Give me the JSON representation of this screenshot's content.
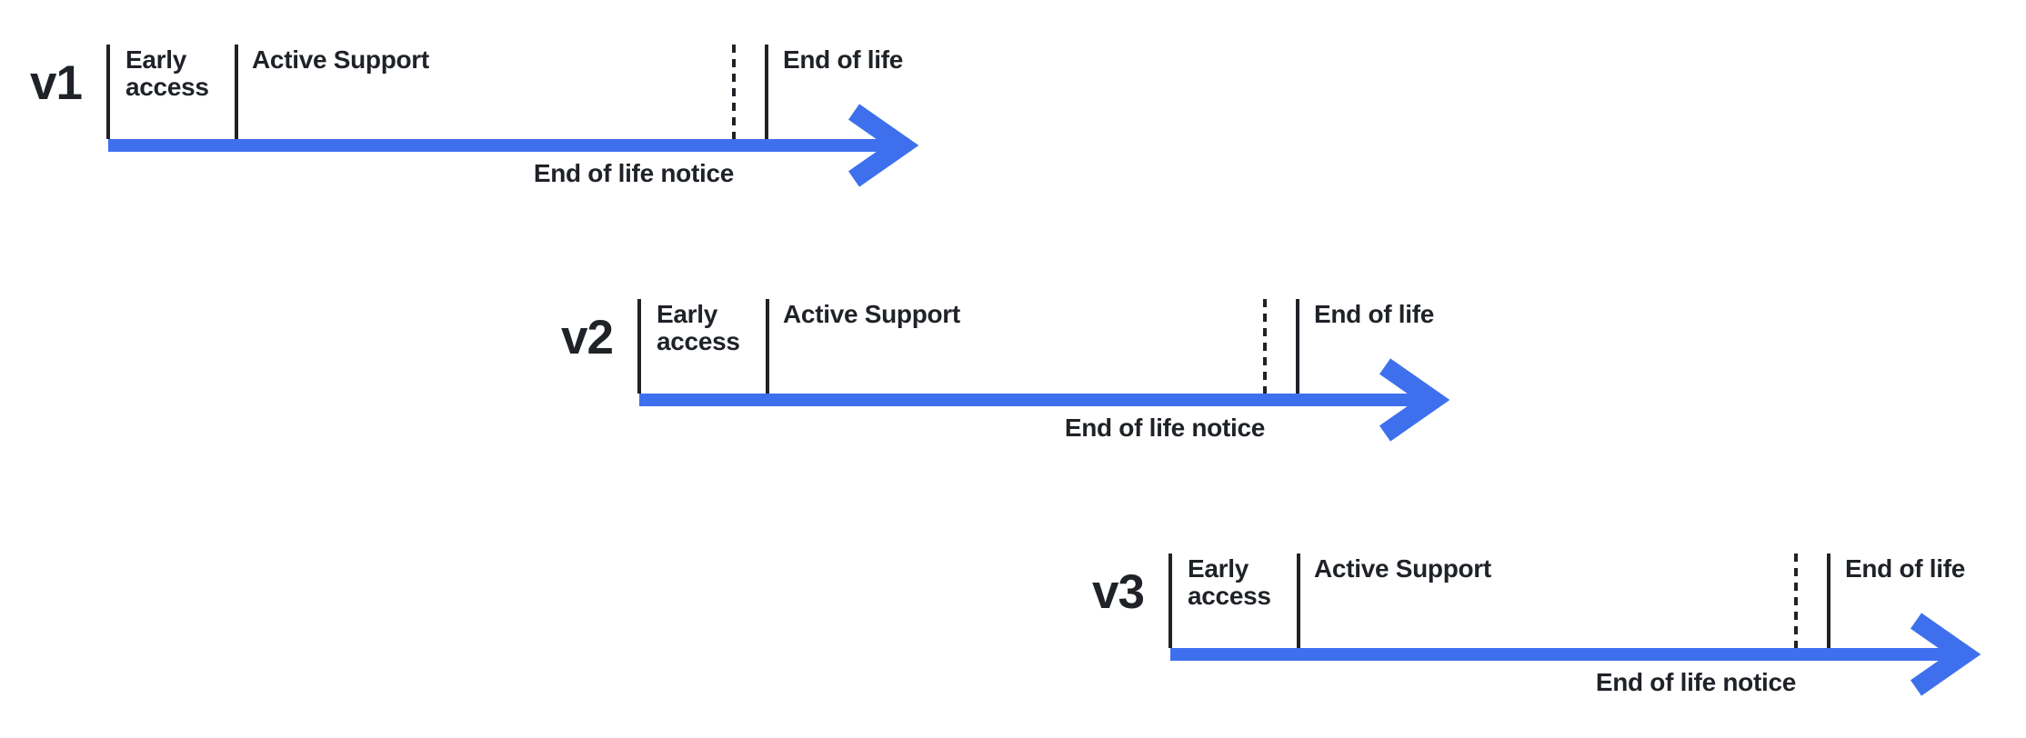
{
  "diagram": {
    "colors": {
      "accent": "#3E70EE",
      "text": "#1F2227"
    },
    "rows": [
      {
        "version": "v1",
        "labels": {
          "early_access": "Early access",
          "active_support": "Active Support",
          "end_of_life": "End of life",
          "end_of_life_notice": "End of life notice"
        }
      },
      {
        "version": "v2",
        "labels": {
          "early_access": "Early access",
          "active_support": "Active Support",
          "end_of_life": "End of life",
          "end_of_life_notice": "End of life notice"
        }
      },
      {
        "version": "v3",
        "labels": {
          "early_access": "Early access",
          "active_support": "Active Support",
          "end_of_life": "End of life",
          "end_of_life_notice": "End of life notice"
        }
      }
    ]
  }
}
